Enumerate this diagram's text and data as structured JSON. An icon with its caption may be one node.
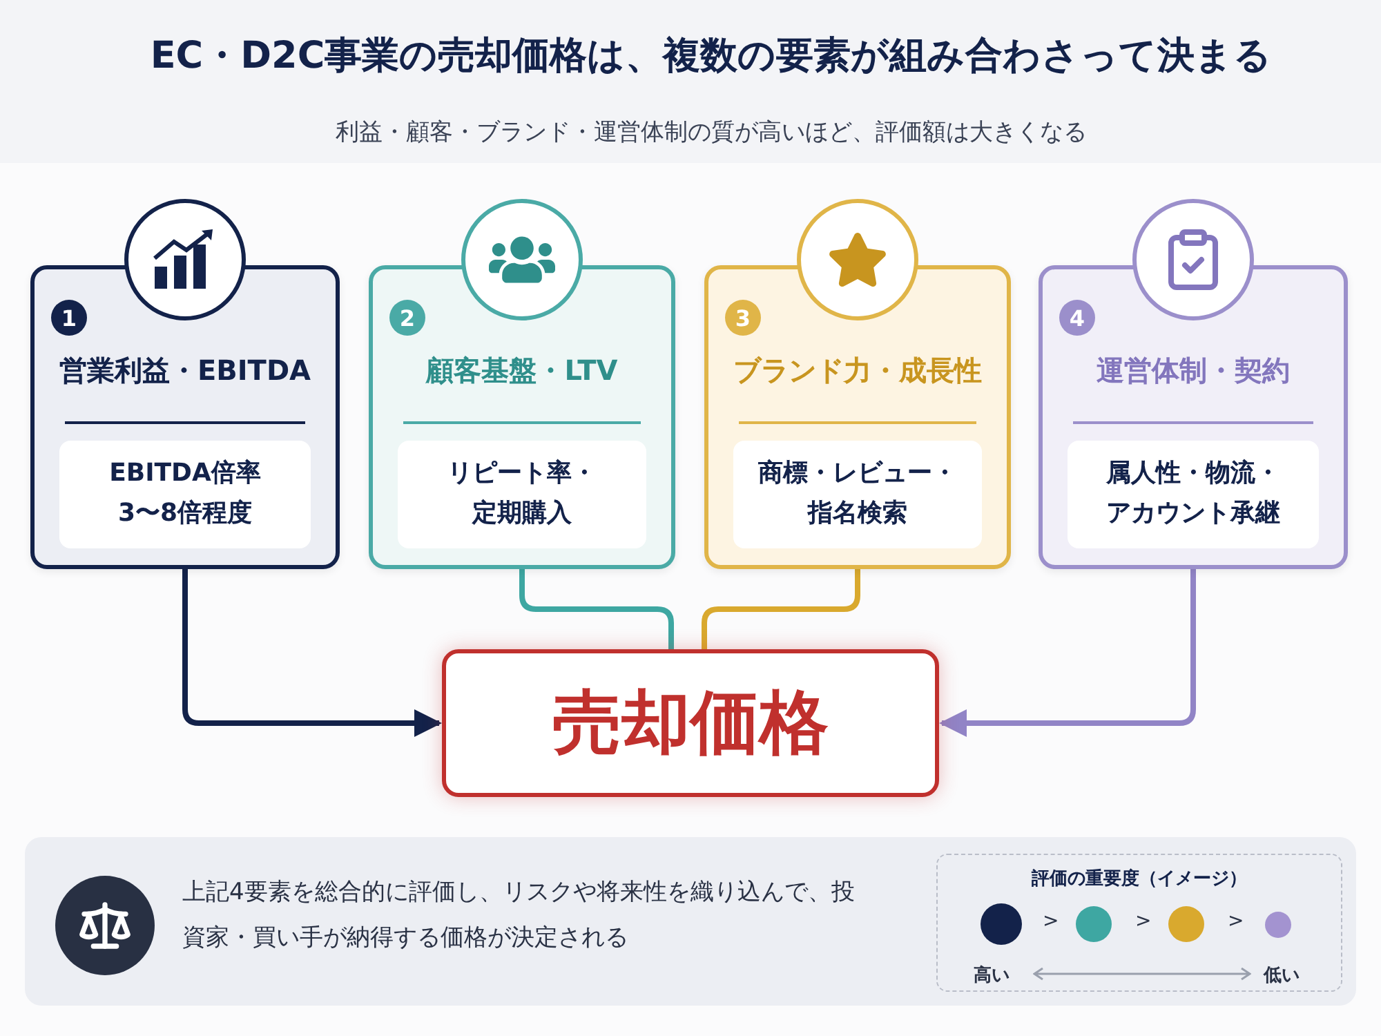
{
  "diagram": {
    "title": "EC・D2C事業の売却価格は、複数の要素が組み合わさって決まる",
    "nodes": [
      {
        "text": [
          "1",
          "営業利益・EBITDA"
        ]
      },
      {
        "text": [
          "EBITDA倍率 3〜8倍程度"
        ],
        "in": 0
      },
      {
        "text": [
          "2",
          "顧客基盤・LTV"
        ]
      },
      {
        "text": [
          "リピート率・定期購入"
        ],
        "in": 2
      },
      {
        "text": [
          "3",
          "ブランド力・成長性"
        ]
      },
      {
        "text": [
          "商標・レビュー・指名検索"
        ],
        "in": 4
      },
      {
        "text": [
          "4",
          "運営体制・契約"
        ]
      },
      {
        "text": [
          "属人性・物流・アカウント承継"
        ],
        "in": 6
      },
      {
        "text": [
          "売却価格"
        ]
      }
    ],
    "edges": [
      {
        "from": 0,
        "to": 8,
        "arrow": "to",
        "color": "#13224a"
      },
      {
        "from": 2,
        "to": 8,
        "arrow": "none",
        "color": "#3ea7a2"
      },
      {
        "from": 4,
        "to": 8,
        "arrow": "none",
        "color": "#d9a92e"
      },
      {
        "from": 6,
        "to": 8,
        "arrow": "to",
        "color": "#9184c6"
      }
    ],
    "labels": [
      "利益・顧客・ブランド・運営体制の質が高いほど、評価額は大きくなる",
      "上記4要素を総合的に評価し、リスクや将来性を織り込んで、投資家・買い手が納得する価格が決定される",
      "評価の重要度（イメージ）",
      ">",
      ">",
      ">",
      "高い",
      "低い"
    ]
  }
}
